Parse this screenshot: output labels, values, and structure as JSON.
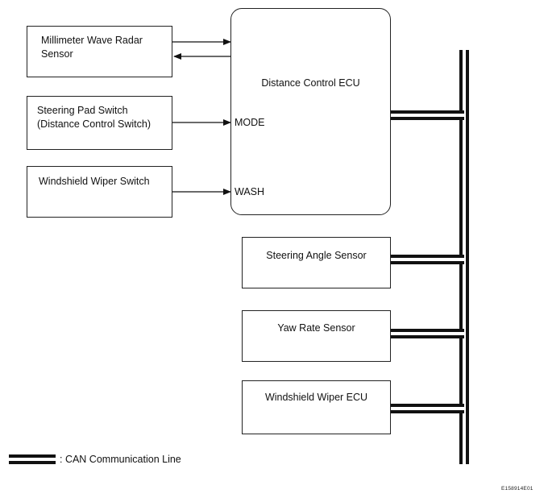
{
  "diagram": {
    "left_components": [
      {
        "id": "mwr",
        "line1": "Millimeter Wave Radar",
        "line2": "Sensor"
      },
      {
        "id": "sps",
        "line1": "Steering Pad Switch",
        "line2": "(Distance Control Switch)"
      },
      {
        "id": "wws",
        "line1": "Windshield Wiper Switch"
      }
    ],
    "ecu": {
      "title": "Distance Control ECU",
      "port_mode": "MODE",
      "port_wash": "WASH"
    },
    "can_components": [
      {
        "id": "sas",
        "label": "Steering Angle Sensor"
      },
      {
        "id": "yrs",
        "label": "Yaw Rate Sensor"
      },
      {
        "id": "wecu",
        "label": "Windshield Wiper ECU"
      }
    ],
    "legend": {
      "text": ": CAN Communication Line"
    },
    "figure_ref": "E158914E01"
  }
}
